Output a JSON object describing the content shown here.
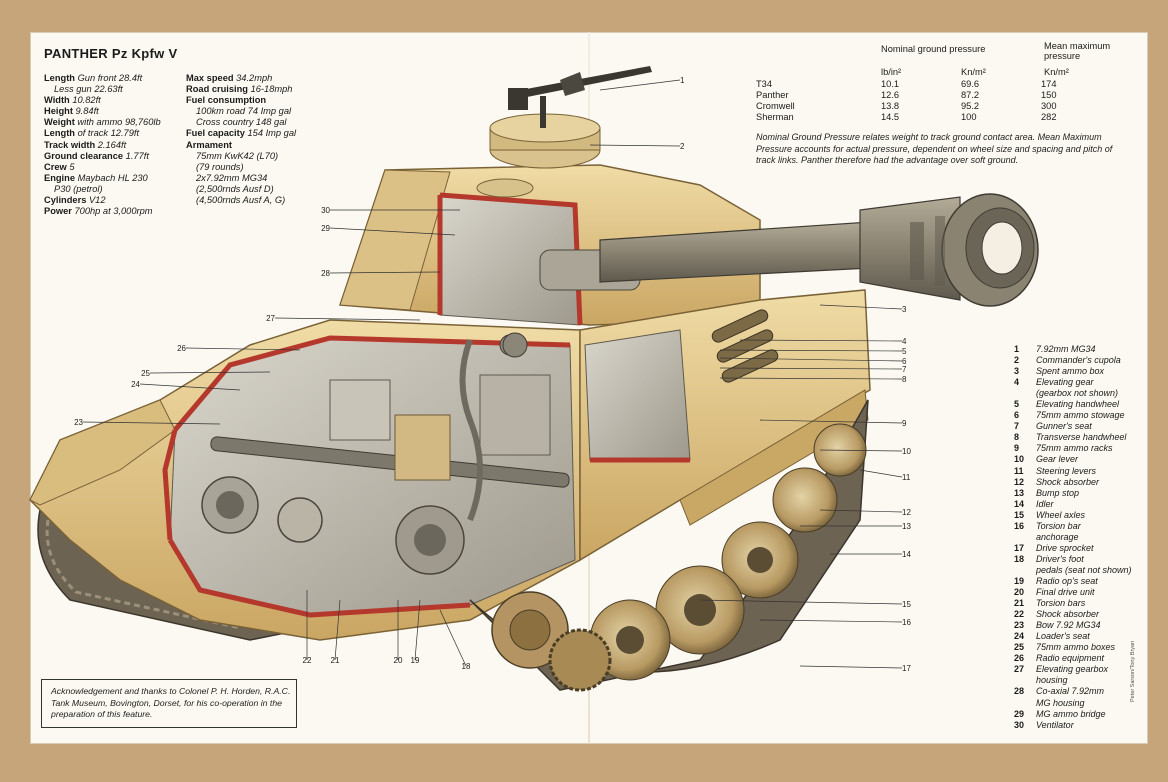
{
  "title": "PANTHER Pz Kpfw V",
  "specs_left": [
    {
      "k": "Length",
      "v": " Gun front 28.4ft"
    },
    {
      "k": "",
      "v": "Less gun 22.63ft",
      "indent": true
    },
    {
      "k": "Width",
      "v": " 10.82ft"
    },
    {
      "k": "Height",
      "v": " 9.84ft"
    },
    {
      "k": "Weight",
      "v": " with ammo 98,760lb"
    },
    {
      "k": "Length",
      "v": " of track 12.79ft"
    },
    {
      "k": "Track width",
      "v": " 2.164ft"
    },
    {
      "k": "Ground clearance",
      "v": " 1.77ft"
    },
    {
      "k": "Crew",
      "v": " 5"
    },
    {
      "k": "Engine",
      "v": " Maybach HL 230"
    },
    {
      "k": "",
      "v": "P30 (petrol)",
      "indent": true
    },
    {
      "k": "Cylinders",
      "v": " V12"
    },
    {
      "k": "Power",
      "v": " 700hp at 3,000rpm"
    }
  ],
  "specs_right": [
    {
      "k": "Max speed",
      "v": " 34.2mph"
    },
    {
      "k": "Road cruising",
      "v": " 16-18mph"
    },
    {
      "k": "Fuel consumption",
      "v": ""
    },
    {
      "k": "",
      "v": "100km road 74 Imp gal",
      "indent": true
    },
    {
      "k": "",
      "v": "Cross country 148 gal",
      "indent": true
    },
    {
      "k": "Fuel capacity",
      "v": " 154 Imp gal"
    },
    {
      "k": "Armament",
      "v": ""
    },
    {
      "k": "",
      "v": "75mm KwK42 (L70)",
      "indent": true
    },
    {
      "k": "",
      "v": "(79 rounds)",
      "indent": true
    },
    {
      "k": "",
      "v": "2x7.92mm MG34",
      "indent": true
    },
    {
      "k": "",
      "v": "(2,500rnds Ausf D)",
      "indent": true
    },
    {
      "k": "",
      "v": "(4,500rnds Ausf A, G)",
      "indent": true
    }
  ],
  "pressure": {
    "head_nominal": "Nominal ground pressure",
    "head_mean_1": "Mean maximum",
    "head_mean_2": "pressure",
    "unit_lb": "lb/in²",
    "unit_kn1": "Kn/m²",
    "unit_kn2": "Kn/m²",
    "rows": [
      {
        "name": "T34",
        "lb": "10.1",
        "kn": "69.6",
        "max": "174"
      },
      {
        "name": "Panther",
        "lb": "12.6",
        "kn": "87.2",
        "max": "150"
      },
      {
        "name": "Cromwell",
        "lb": "13.8",
        "kn": "95.2",
        "max": "300"
      },
      {
        "name": "Sherman",
        "lb": "14.5",
        "kn": "100",
        "max": "282"
      }
    ],
    "note": "Nominal Ground Pressure relates weight to track ground contact area. Mean Maximum Pressure accounts for actual pressure, dependent on wheel size and spacing and pitch of track links. Panther therefore had the advantage over soft ground."
  },
  "legend": [
    {
      "n": "1",
      "t": "7.92mm MG34"
    },
    {
      "n": "2",
      "t": "Commander's cupola"
    },
    {
      "n": "3",
      "t": "Spent ammo box"
    },
    {
      "n": "4",
      "t": "Elevating gear"
    },
    {
      "n": "",
      "t": "(gearbox not shown)"
    },
    {
      "n": "5",
      "t": "Elevating handwheel"
    },
    {
      "n": "6",
      "t": "75mm ammo stowage"
    },
    {
      "n": "7",
      "t": "Gunner's seat"
    },
    {
      "n": "8",
      "t": "Transverse handwheel"
    },
    {
      "n": "9",
      "t": "75mm ammo racks"
    },
    {
      "n": "10",
      "t": "Gear lever"
    },
    {
      "n": "11",
      "t": "Steering levers"
    },
    {
      "n": "12",
      "t": "Shock absorber"
    },
    {
      "n": "13",
      "t": "Bump stop"
    },
    {
      "n": "14",
      "t": "Idler"
    },
    {
      "n": "15",
      "t": "Wheel axles"
    },
    {
      "n": "16",
      "t": "Torsion bar"
    },
    {
      "n": "",
      "t": "anchorage"
    },
    {
      "n": "17",
      "t": "Drive sprocket"
    },
    {
      "n": "18",
      "t": "Driver's foot"
    },
    {
      "n": "",
      "t": "pedals (seat not shown)"
    },
    {
      "n": "19",
      "t": "Radio op's seat"
    },
    {
      "n": "20",
      "t": "Final drive unit"
    },
    {
      "n": "21",
      "t": "Torsion bars"
    },
    {
      "n": "22",
      "t": "Shock absorber"
    },
    {
      "n": "23",
      "t": "Bow 7.92 MG34"
    },
    {
      "n": "24",
      "t": "Loader's seat"
    },
    {
      "n": "25",
      "t": "75mm ammo boxes"
    },
    {
      "n": "26",
      "t": "Radio equipment"
    },
    {
      "n": "27",
      "t": "Elevating gearbox"
    },
    {
      "n": "",
      "t": "housing"
    },
    {
      "n": "28",
      "t": "Co-axial 7.92mm"
    },
    {
      "n": "",
      "t": "MG housing"
    },
    {
      "n": "29",
      "t": "MG ammo bridge"
    },
    {
      "n": "30",
      "t": "Ventilator"
    }
  ],
  "callouts_right": [
    "1",
    "2",
    "3",
    "4",
    "5",
    "6",
    "7",
    "8",
    "9",
    "10",
    "11",
    "12",
    "13",
    "14",
    "15",
    "16",
    "17"
  ],
  "callouts_left": [
    "30",
    "29",
    "28",
    "27",
    "26",
    "25",
    "24",
    "23"
  ],
  "callouts_bottom": [
    "22",
    "21",
    "20",
    "19",
    "18"
  ],
  "acknowledgement": "Acknowledgement and thanks to Colonel P. H. Horden, R.A.C. Tank Museum, Bovington, Dorset, for his co-operation in the preparation of this feature.",
  "credit": "Peter Sarson/Tony Bryan",
  "colors": {
    "paper": "#fbf9f1",
    "border": "#c6a57a",
    "armor": "#e8cf93",
    "armor_dark": "#b8934f",
    "cut_red": "#b5382c",
    "steel": "#8f8a7e"
  }
}
